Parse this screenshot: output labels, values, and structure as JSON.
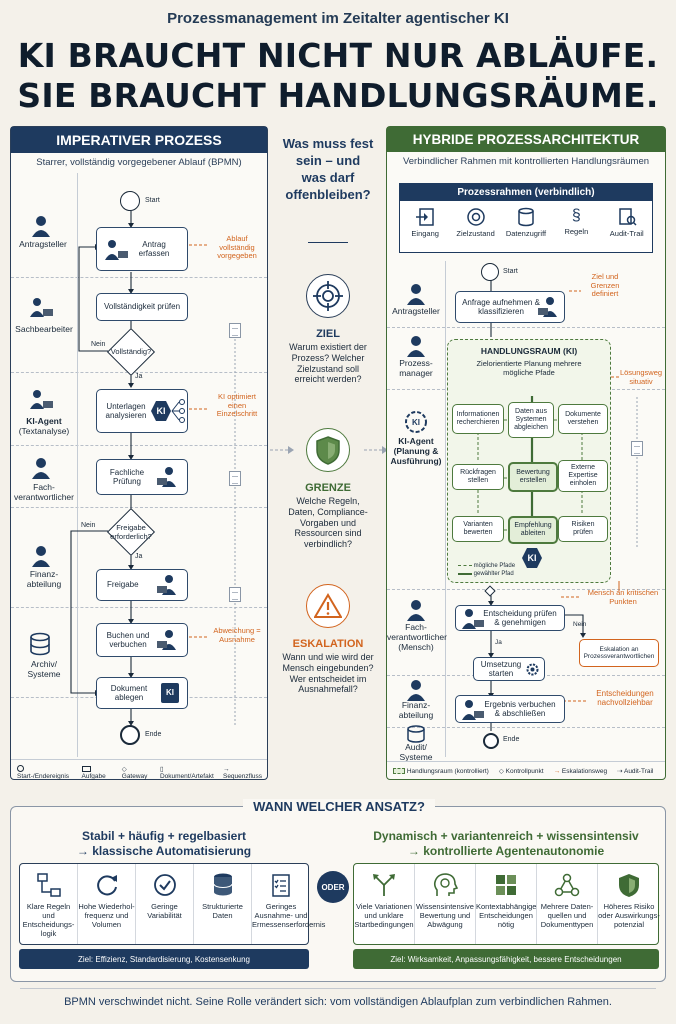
{
  "header": {
    "supertitle": "Prozessmanagement im Zeitalter agentischer KI",
    "title_line1": "KI BRAUCHT NICHT NUR ABLÄUFE.",
    "title_line2": "SIE BRAUCHT HANDLUNGSRÄUME."
  },
  "colors": {
    "navy": "#1e3a5f",
    "green": "#3f6b35",
    "orange": "#d2641e"
  },
  "left": {
    "title": "IMPERATIVER PROZESS",
    "subtitle": "Starrer, vollständig vorgegebener Ablauf (BPMN)",
    "lanes": [
      "Antragsteller",
      "Sachbearbeiter",
      "KI-Agent",
      "(Textanalyse)",
      "Fach-\nverantwortlicher",
      "Finanz-\nabteilung",
      "Archiv/\nSysteme"
    ],
    "start": "Start",
    "end": "Ende",
    "tasks": {
      "t1": "Antrag erfassen",
      "t2": "Vollständigkeit prüfen",
      "t3": "Unterlagen analysieren",
      "t4": "Fachliche Prüfung",
      "t5": "Freigabe",
      "t6": "Buchen und verbuchen",
      "t7": "Dokument ablegen"
    },
    "gw1": "Vollständig?",
    "gw1_no": "Nein",
    "gw1_yes": "Ja",
    "gw2": "Freigabe erforderlich?",
    "gw2_no": "Nein",
    "gw2_yes": "Ja",
    "notes": {
      "n1": "Ablauf vollständig vorgegeben",
      "n2": "KI optimiert einen Einzelschritt",
      "n3": "Abweichung = Ausnahme"
    },
    "legend": [
      "Start-/Endereignis",
      "Aufgabe",
      "Gateway",
      "Dokument/Artefakt",
      "Sequenzfluss"
    ]
  },
  "middle": {
    "question": "Was muss fest sein – und was darf offenbleiben?",
    "ziel_h": "ZIEL",
    "ziel_t": "Warum existiert der Prozess? Welcher Zielzustand soll erreicht werden?",
    "grenze_h": "GRENZE",
    "grenze_t": "Welche Regeln, Daten, Compliance-Vorgaben und Ressourcen sind verbindlich?",
    "esk_h": "ESKALATION",
    "esk_t": "Wann und wie wird der Mensch eingebunden? Wer entscheidet im Ausnahmefall?"
  },
  "right": {
    "title": "HYBRIDE PROZESSARCHITEKTUR",
    "subtitle": "Verbindlicher Rahmen mit kontrollierten Handlungsräumen",
    "frame_title": "Prozessrahmen (verbindlich)",
    "frame_items": [
      "Eingang",
      "Zielzustand",
      "Datenzugriff",
      "Regeln",
      "Audit-Trail"
    ],
    "lanes": [
      "Antragsteller",
      "Prozess-\nmanager",
      "KI-Agent\n(Planung &\nAusführung)",
      "Fach-\nverantwortlicher\n(Mensch)",
      "Finanz-\nabteilung",
      "Audit/\nSysteme"
    ],
    "start": "Start",
    "end": "Ende",
    "t1": "Anfrage aufnehmen & klassifizieren",
    "note1": "Ziel und Grenzen definiert",
    "note2": "Lösungsweg situativ",
    "note3": "Mensch an kritischen Punkten",
    "note4": "Entscheidungen nachvollziehbar",
    "space_title": "HANDLUNGSRAUM (KI)",
    "space_sub": "Zielorientierte Planung mehrere mögliche Pfade",
    "space_nodes": [
      "Informationen recherchieren",
      "Daten aus Systemen abgleichen",
      "Dokumente verstehen",
      "Rückfragen stellen",
      "Bewertung erstellen",
      "Externe Expertise einholen",
      "Varianten bewerten",
      "Empfehlung ableiten",
      "Risiken prüfen"
    ],
    "ki": "KI",
    "path_possible": "mögliche Pfade",
    "path_chosen": "gewählter Pfad",
    "t2": "Entscheidung prüfen & genehmigen",
    "no": "Nein",
    "yes": "Ja",
    "esc": "Eskalation an Prozessverantwortlichen",
    "t3": "Umsetzung starten",
    "t4": "Ergebnis verbuchen & abschließen",
    "legend": [
      "Handlungsraum (kontrolliert)",
      "Kontrollpunkt",
      "Eskalationsweg",
      "Audit-Trail"
    ]
  },
  "bottom": {
    "title": "WANN WELCHER ANSATZ?",
    "or": "ODER",
    "left_head1": "Stabil + häufig + regelbasiert",
    "left_head2": "→ klassische Automatisierung",
    "left_items": [
      "Klare Regeln und Entscheidungs-logik",
      "Hohe Wiederhol-frequenz und Volumen",
      "Geringe Variabilität",
      "Strukturierte Daten",
      "Geringes Ausnahme- und Ermessenserfordernis"
    ],
    "left_goal": "Ziel: Effizienz, Standardisierung, Kostensenkung",
    "right_head1": "Dynamisch + variantenreich + wissensintensiv",
    "right_head2": "→ kontrollierte Agentenautonomie",
    "right_items": [
      "Viele Variationen und unklare Startbedingungen",
      "Wissensintensive Bewertung und Abwägung",
      "Kontextabhängige Entscheidungen nötig",
      "Mehrere Daten-quellen und Dokumenttypen",
      "Höheres Risiko oder Auswirkungs-potenzial"
    ],
    "right_goal": "Ziel: Wirksamkeit, Anpassungsfähigkeit, bessere Entscheidungen"
  },
  "footer": "BPMN verschwindet nicht. Seine Rolle verändert sich: vom vollständigen Ablaufplan zum verbindlichen Rahmen."
}
